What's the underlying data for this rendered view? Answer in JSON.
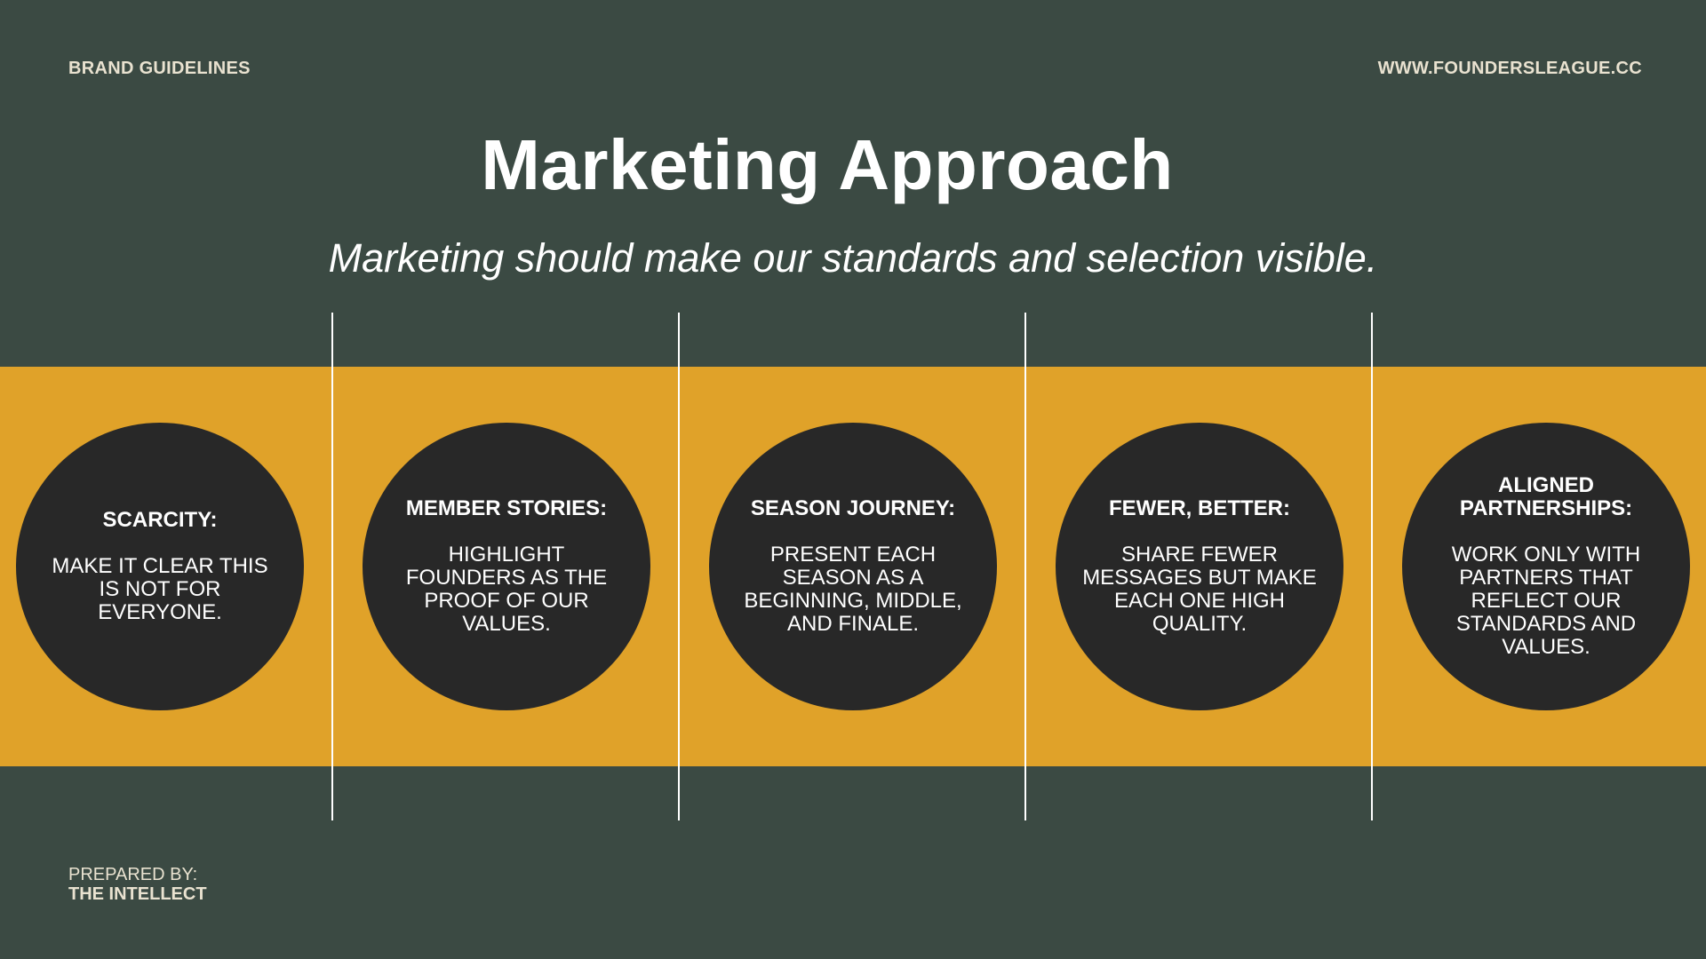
{
  "header": {
    "left_label": "BRAND GUIDELINES",
    "right_label": "WWW.FOUNDERSLEAGUE.CC"
  },
  "title": "Marketing Approach",
  "subtitle": "Marketing should make our standards and selection visible.",
  "pillars": [
    {
      "heading": "SCARCITY:",
      "body": "MAKE IT CLEAR THIS IS NOT FOR EVERYONE."
    },
    {
      "heading": "MEMBER STORIES:",
      "body": "HIGHLIGHT FOUNDERS AS THE PROOF OF OUR VALUES."
    },
    {
      "heading": "SEASON JOURNEY:",
      "body": "PRESENT EACH SEASON AS A BEGINNING, MIDDLE, AND FINALE."
    },
    {
      "heading": "FEWER, BETTER:",
      "body": "SHARE FEWER MESSAGES BUT MAKE EACH ONE HIGH QUALITY."
    },
    {
      "heading": "ALIGNED PARTNERSHIPS:",
      "body": "WORK ONLY WITH PARTNERS THAT REFLECT OUR STANDARDS AND VALUES."
    }
  ],
  "footer": {
    "prepared_label": "PREPARED BY:",
    "prepared_name": "THE INTELLECT"
  },
  "colors": {
    "background": "#3b4a43",
    "band": "#e0a229",
    "circle": "#282828",
    "text": "#ffffff",
    "muted_text": "#e9e2d0"
  }
}
